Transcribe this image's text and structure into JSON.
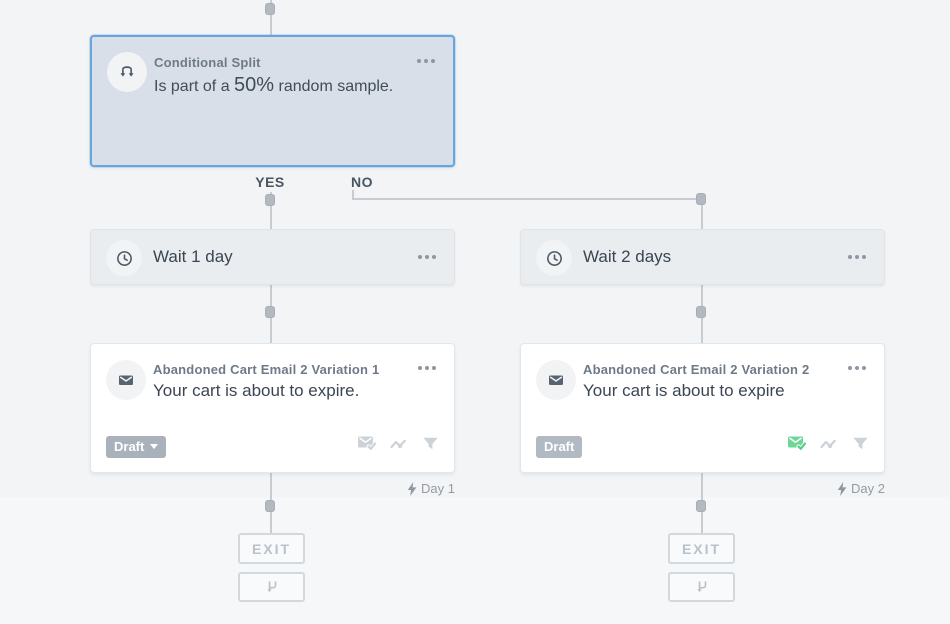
{
  "colors": {
    "canvas_bg": "#f2f4f6",
    "selected_border": "#68a5dc",
    "selected_card_bg": "#d9dfe8",
    "wait_card_bg": "#e9edf0",
    "email_card_bg": "#ffffff",
    "connector": "#c7ccd2",
    "draft_badge_bg": "#a9b2bb",
    "muted_icon_gray": "#ccd2d8",
    "status_green": "#6fd795",
    "dark_icon": "#545f6b"
  },
  "flow": {
    "conditional_split": {
      "title": "Conditional Split",
      "description_prefix": "Is part of a ",
      "description_value": "50%",
      "description_suffix": " random sample."
    },
    "branch_labels": {
      "yes": "YES",
      "no": "NO"
    },
    "yes_branch": {
      "wait": {
        "label": "Wait 1 day"
      },
      "email": {
        "title": "Abandoned Cart Email 2 Variation 1",
        "subject": "Your cart is about to expire.",
        "status": "Draft",
        "day_label": "Day 1"
      }
    },
    "no_branch": {
      "wait": {
        "label": "Wait 2 days"
      },
      "email": {
        "title": "Abandoned Cart Email 2 Variation 2",
        "subject": "Your cart is about to expire",
        "status": "Draft",
        "day_label": "Day 2"
      }
    },
    "exit_label": "EXIT"
  }
}
